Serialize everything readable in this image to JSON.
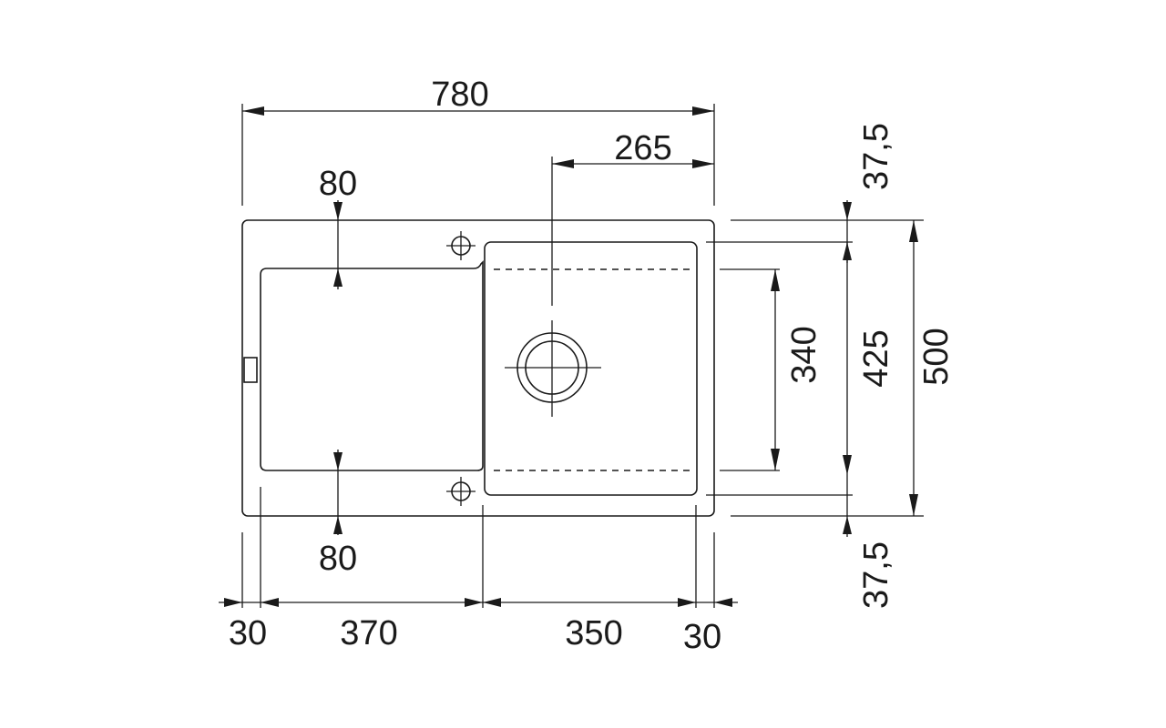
{
  "dimensions": {
    "overall_width": "780",
    "bowl_offset": "265",
    "drainer_top": "80",
    "drainer_bottom": "80",
    "top_margin": "37,5",
    "bottom_margin": "37,5",
    "bowl_depth_inner": "340",
    "bowl_depth_outer": "425",
    "overall_depth": "500",
    "left_margin": "30",
    "drainer_width": "370",
    "bowl_width": "350",
    "right_margin": "30"
  },
  "colors": {
    "line": "#1a1a1a",
    "background": "#ffffff"
  }
}
